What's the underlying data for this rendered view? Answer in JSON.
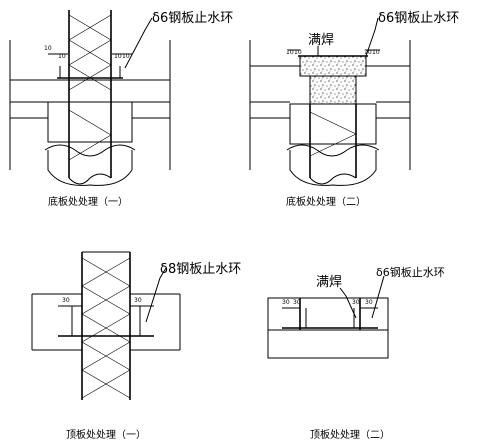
{
  "panels": [
    {
      "caption": "底板处处理（一）",
      "callout": "δ6钢板止水环",
      "dims": [
        "10",
        "10",
        "10",
        "10"
      ]
    },
    {
      "caption": "底板处处理（二）",
      "callout": "δ6钢板止水环",
      "weld_label": "满焊",
      "dims": [
        "10",
        "10",
        "10",
        "10"
      ]
    },
    {
      "caption": "顶板处处理（一）",
      "callout": "δ8钢板止水环",
      "dims": [
        "30",
        "30"
      ]
    },
    {
      "caption": "顶板处处理（二）",
      "callout": "δ6钢板止水环",
      "weld_label": "满焊",
      "dims": [
        "30",
        "30",
        "30",
        "30"
      ]
    }
  ]
}
